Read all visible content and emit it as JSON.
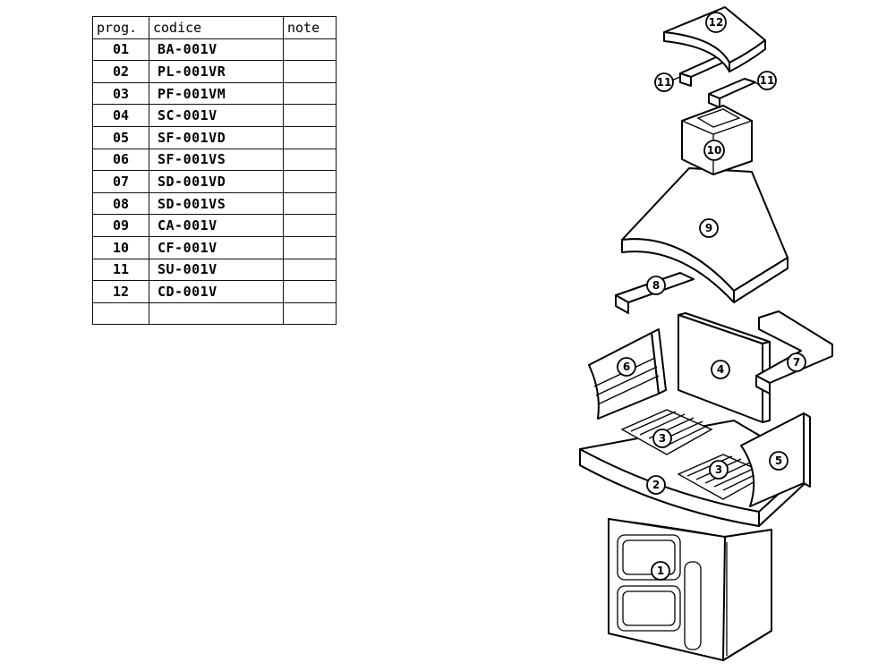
{
  "table": {
    "headers": {
      "prog": "prog.",
      "code": "codice",
      "note": "note"
    },
    "rows": [
      {
        "prog": "01",
        "code": "BA-001V",
        "note": ""
      },
      {
        "prog": "02",
        "code": "PL-001VR",
        "note": ""
      },
      {
        "prog": "03",
        "code": "PF-001VM",
        "note": ""
      },
      {
        "prog": "04",
        "code": "SC-001V",
        "note": ""
      },
      {
        "prog": "05",
        "code": "SF-001VD",
        "note": ""
      },
      {
        "prog": "06",
        "code": "SF-001VS",
        "note": ""
      },
      {
        "prog": "07",
        "code": "SD-001VD",
        "note": ""
      },
      {
        "prog": "08",
        "code": "SD-001VS",
        "note": ""
      },
      {
        "prog": "09",
        "code": "CA-001V",
        "note": ""
      },
      {
        "prog": "10",
        "code": "CF-001V",
        "note": ""
      },
      {
        "prog": "11",
        "code": "SU-001V",
        "note": ""
      },
      {
        "prog": "12",
        "code": "CD-001V",
        "note": ""
      },
      {
        "prog": "",
        "code": "",
        "note": ""
      }
    ]
  },
  "callouts": {
    "c1": "1",
    "c2": "2",
    "c3a": "3",
    "c3b": "3",
    "c4": "4",
    "c5": "5",
    "c6": "6",
    "c7": "7",
    "c8": "8",
    "c9": "9",
    "c10": "10",
    "c11a": "11",
    "c11b": "11",
    "c12": "12"
  }
}
